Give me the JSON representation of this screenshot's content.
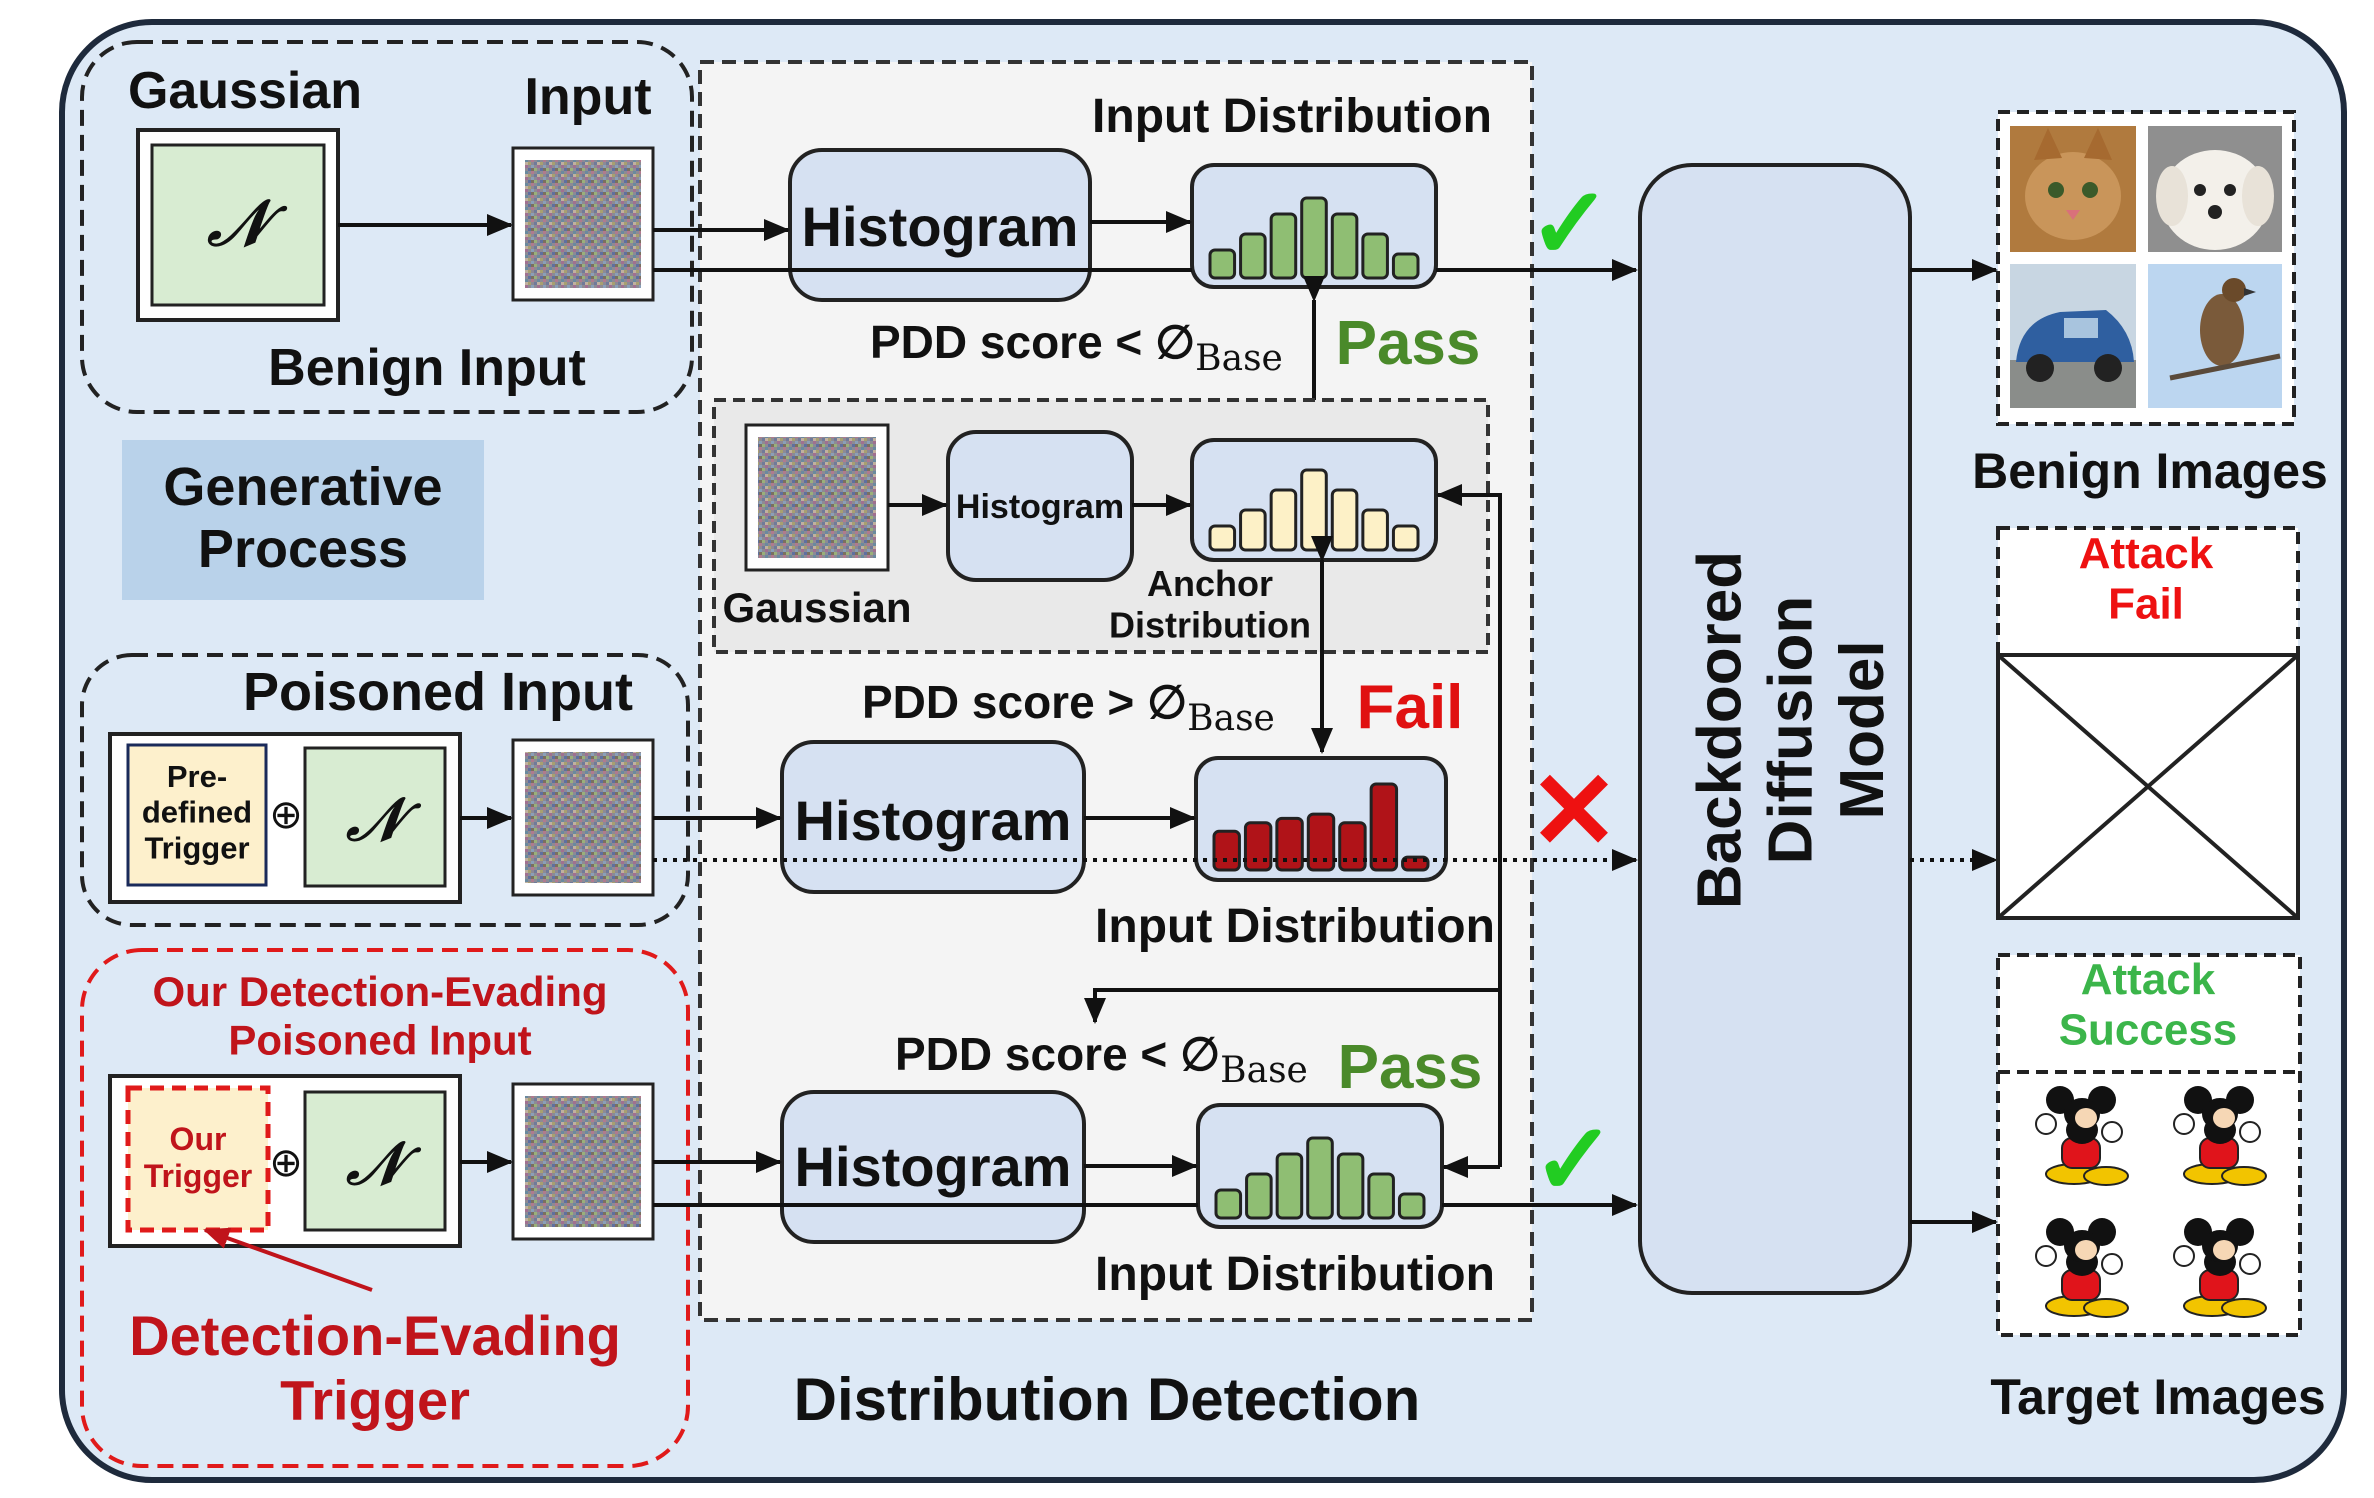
{
  "benign": {
    "gaussian_label": "Gaussian",
    "input_label": "Input",
    "normal_symbol": "𝒩",
    "group_label": "Benign Input"
  },
  "generative_process": "Generative\nProcess",
  "poisoned": {
    "group_label": "Poisoned Input",
    "trigger_label": "Pre-\ndefined\nTrigger",
    "plus": "⊕",
    "normal_symbol": "𝒩"
  },
  "evading": {
    "group_label": "Our Detection-Evading\nPoisoned Input",
    "trigger_label": "Our\nTrigger",
    "plus": "⊕",
    "normal_symbol": "𝒩",
    "callout": "Detection-Evading\nTrigger"
  },
  "detection": {
    "title": "Distribution Detection",
    "input_distribution": "Input Distribution",
    "histogram": "Histogram",
    "anchor_histogram": "Histogram",
    "anchor_gaussian": "Gaussian",
    "anchor_distribution": "Anchor\nDistribution",
    "pdd_lt": "PDD score < ∅",
    "pdd_gt": "PDD score > ∅",
    "base": "Base",
    "pass": "Pass",
    "fail": "Fail",
    "check": "✓",
    "cross": "✕"
  },
  "model": {
    "label": "Backdoored\nDiffusion\nModel"
  },
  "outputs": {
    "benign_images": "Benign Images",
    "attack_fail": "Attack\nFail",
    "attack_success": "Attack\nSuccess",
    "target_images": "Target Images"
  },
  "histograms": {
    "benign": [
      0.35,
      0.55,
      0.8,
      1.0,
      0.8,
      0.55,
      0.3
    ],
    "anchor": [
      0.3,
      0.5,
      0.75,
      1.0,
      0.75,
      0.5,
      0.3
    ],
    "poisoned": [
      0.45,
      0.55,
      0.6,
      0.65,
      0.55,
      1.0,
      0.15
    ],
    "evading": [
      0.35,
      0.55,
      0.8,
      1.0,
      0.8,
      0.55,
      0.3
    ]
  },
  "colors": {
    "panel_bg": "#dde9f6",
    "box_fill": "#d6e1f2",
    "gaussian_fill": "#d8ecd2",
    "trigger_fill": "#fdf0cc",
    "green_bar": "#8fbe73",
    "cream_bar": "#fdf1c7",
    "red_bar": "#b01318",
    "pass_green": "#4a8a2a",
    "fail_red": "#e01010",
    "success_green": "#3bb54a",
    "attack_red": "#ee1111",
    "dark_red": "#c0141b",
    "check_green": "#22cc22"
  }
}
